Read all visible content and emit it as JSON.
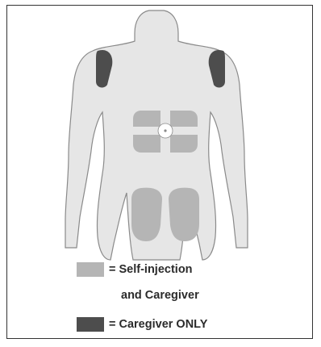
{
  "colors": {
    "body_fill": "#e6e6e6",
    "body_outline": "#8a8a8a",
    "self_injection": "#b5b5b5",
    "caregiver_only": "#4d4d4d",
    "navel": "#ffffff"
  },
  "legend": {
    "self_injection_label_line1": "= Self-injection",
    "self_injection_label_line2": "and Caregiver",
    "caregiver_label": "= Caregiver ONLY"
  }
}
